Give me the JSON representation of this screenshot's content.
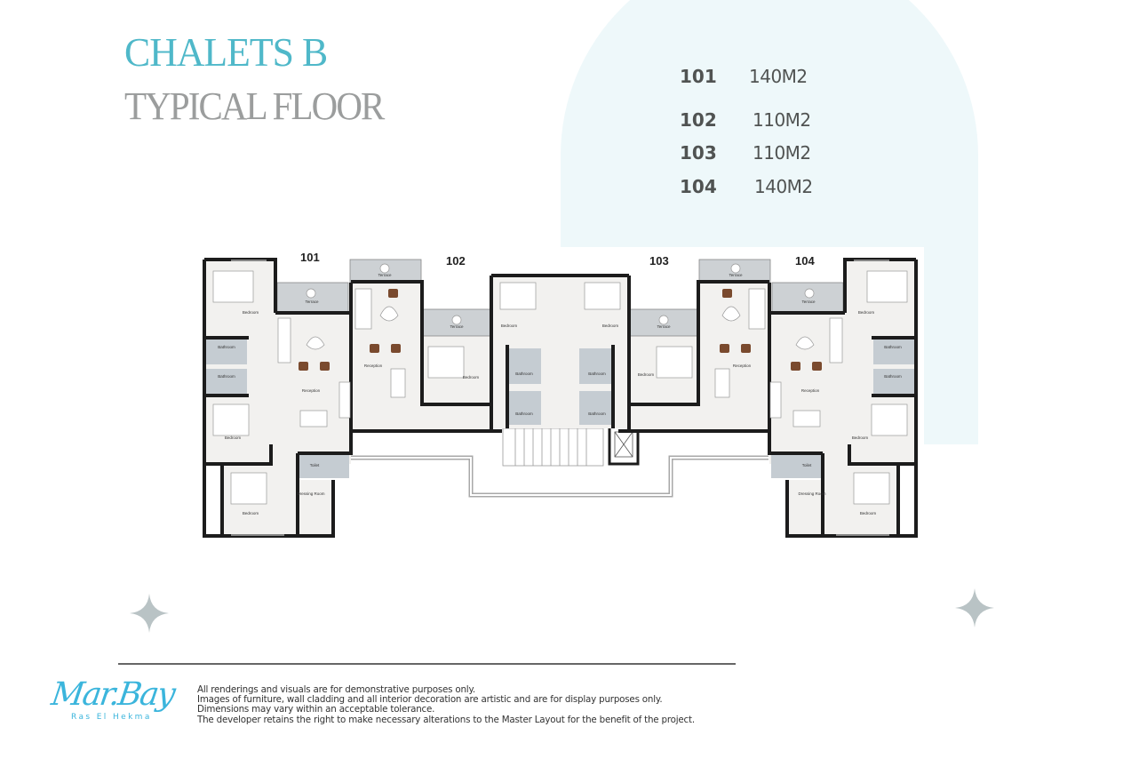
{
  "header": {
    "title": "CHALETS B",
    "subtitle": "TYPICAL FLOOR"
  },
  "units": [
    {
      "number": "101",
      "area": "140M2"
    },
    {
      "number": "102",
      "area": "110M2"
    },
    {
      "number": "103",
      "area": "110M2"
    },
    {
      "number": "104",
      "area": "140M2"
    }
  ],
  "plan": {
    "unit_labels": [
      "101",
      "102",
      "103",
      "104"
    ],
    "rooms": {
      "bedroom": "Bedroom",
      "terrace": "Terrace",
      "reception": "Reception",
      "bathroom": "Bathroom",
      "toilet": "Toilet",
      "dressing": "Dressing Room"
    }
  },
  "footer": {
    "logo_text": "Mar.Bay",
    "logo_sub": "Ras El Hekma",
    "disclaimer": [
      "All renderings and visuals are for demonstrative purposes only.",
      "Images of furniture, wall cladding and all interior decoration are artistic and are for display purposes only.",
      "Dimensions may vary within an acceptable tolerance.",
      "The developer retains the right to make necessary alterations to the Master Layout for the benefit of the project."
    ]
  },
  "colors": {
    "accent": "#4fb8c9",
    "subtitle": "#9b9d9d",
    "arch": "#eef8fa",
    "logo": "#3bb5dc",
    "wall": "#1c1c1c",
    "terrace": "#c9cdd0",
    "furniture": "#7a4a2e"
  }
}
